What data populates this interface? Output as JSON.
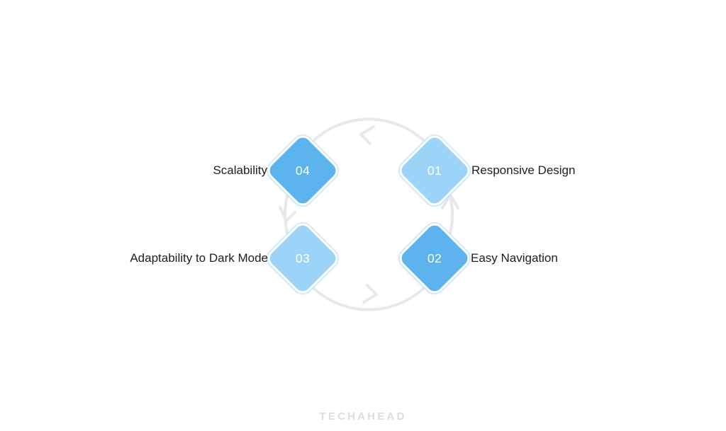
{
  "diagram": {
    "type": "cycle",
    "title": "",
    "background_color": "#FFFFFF",
    "arc_color": "#E8E9EB",
    "label_color": "#1D1D26",
    "node_number_color": "#FFFFFF",
    "colors": {
      "dark_blue": "#5CB3EE",
      "light_blue": "#9BD4F8"
    },
    "nodes": [
      {
        "number": "01",
        "label": "Responsive Design",
        "tone": "light",
        "position": "top-right",
        "label_side": "right"
      },
      {
        "number": "02",
        "label": "Easy Navigation",
        "tone": "dark",
        "position": "bottom-right",
        "label_side": "right"
      },
      {
        "number": "03",
        "label": "Adaptability to Dark Mode",
        "tone": "light",
        "position": "bottom-left",
        "label_side": "left"
      },
      {
        "number": "04",
        "label": "Scalability",
        "tone": "dark",
        "position": "top-left",
        "label_side": "left"
      }
    ],
    "arrows": [
      {
        "name": "arrow-top",
        "from": "01",
        "to": "04",
        "direction": "left"
      },
      {
        "name": "arrow-left",
        "from": "04",
        "to": "03",
        "direction": "down"
      },
      {
        "name": "arrow-bottom",
        "from": "03",
        "to": "02",
        "direction": "right"
      },
      {
        "name": "arrow-right",
        "from": "02",
        "to": "01",
        "direction": "up"
      }
    ]
  },
  "watermark": {
    "text": "TECHAHEAD"
  }
}
